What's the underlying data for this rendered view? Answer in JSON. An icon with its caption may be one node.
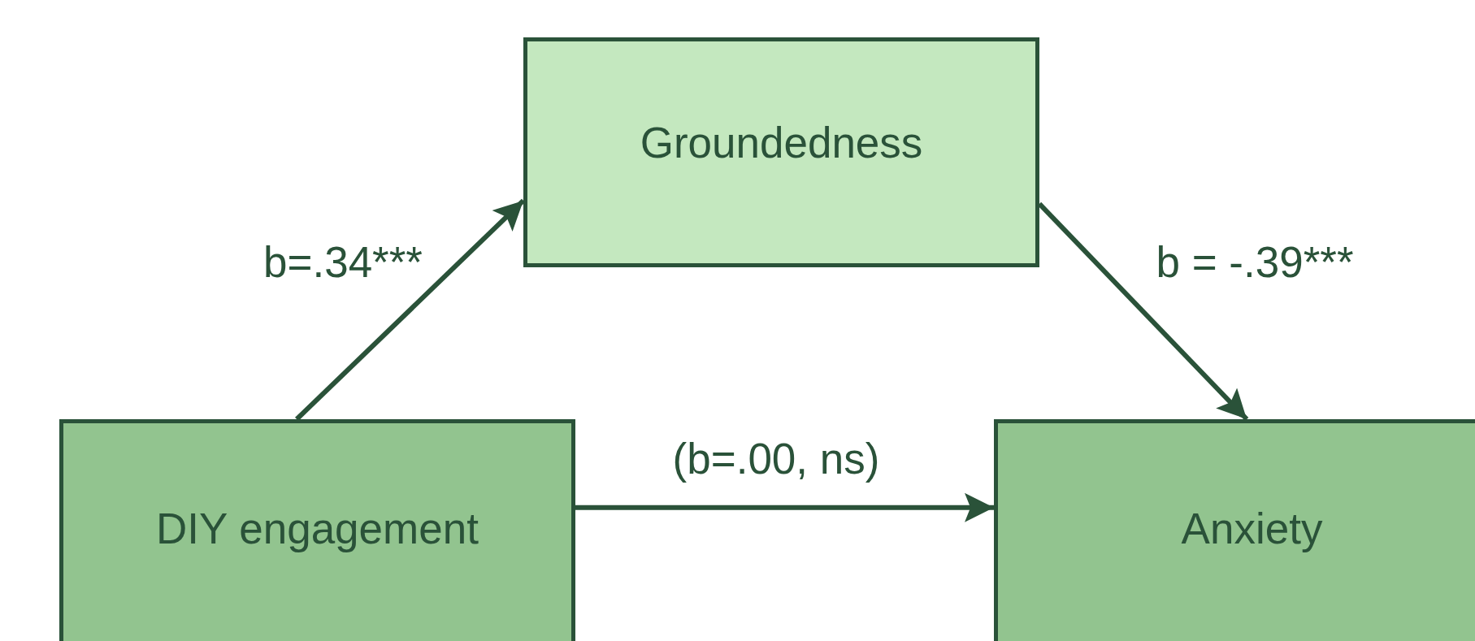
{
  "diagram": {
    "nodes": [
      {
        "text": [
          "Groundedness"
        ]
      },
      {
        "text": [
          "DIY engagement"
        ]
      },
      {
        "text": [
          "Anxiety"
        ]
      }
    ],
    "edges": [
      {
        "from": 1,
        "to": 0,
        "arrow": "to",
        "label": "b=.34***"
      },
      {
        "from": 0,
        "to": 2,
        "arrow": "to",
        "label": "b = -.39***"
      },
      {
        "from": 1,
        "to": 2,
        "arrow": "to",
        "label": "(b=.00, ns)"
      }
    ]
  }
}
